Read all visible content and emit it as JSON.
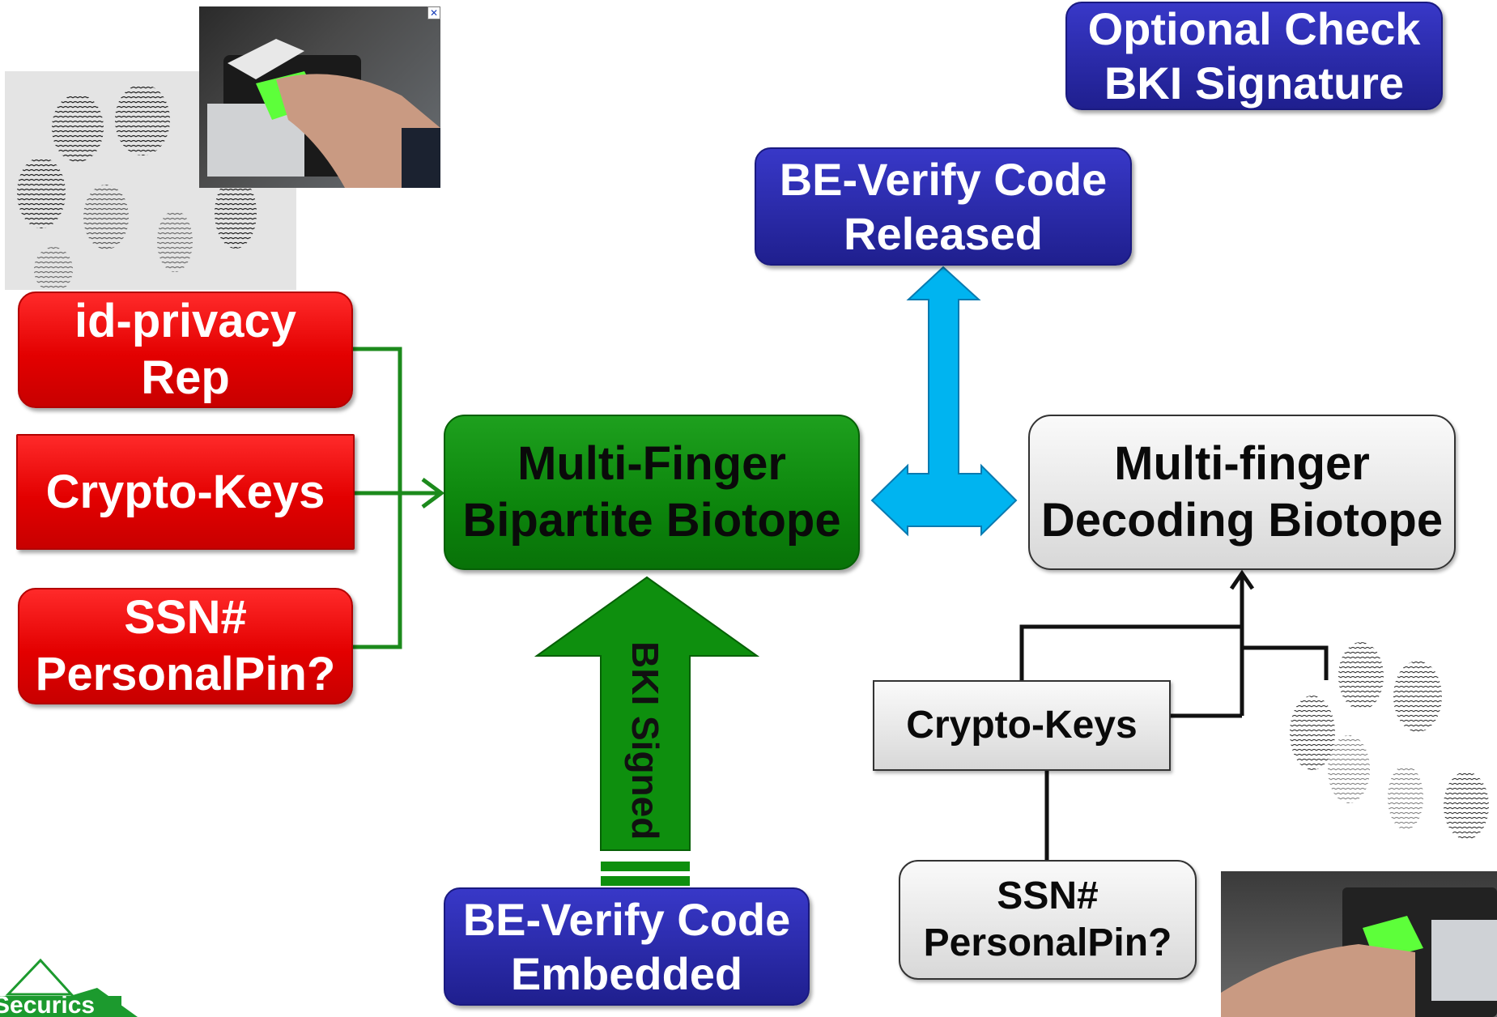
{
  "boxes": {
    "optional_check": "Optional Check\nBKI Signature",
    "released": "BE-Verify Code\nReleased",
    "id_privacy": "id-privacy\nRep",
    "crypto_keys_left": "Crypto-Keys",
    "ssn_left": "SSN#\nPersonalPin?",
    "bipartite": "Multi-Finger\nBipartite Biotope",
    "decoding": "Multi-finger\nDecoding Biotope",
    "crypto_keys_right": "Crypto-Keys",
    "ssn_right": "SSN#\nPersonalPin?",
    "embedded": "BE-Verify Code\nEmbedded"
  },
  "arrow_label": "BKI Signed",
  "logo_text": "Securics",
  "colors": {
    "red": "#e30000",
    "blue": "#2a2aa8",
    "green": "#0d870d",
    "cyan": "#00b4f0",
    "grey": "#d8d8d8"
  },
  "icons": {
    "broken_image": "broken-image-icon",
    "fingerprints": "fingerprint-icon",
    "scanner": "fingerprint-scanner-icon"
  }
}
